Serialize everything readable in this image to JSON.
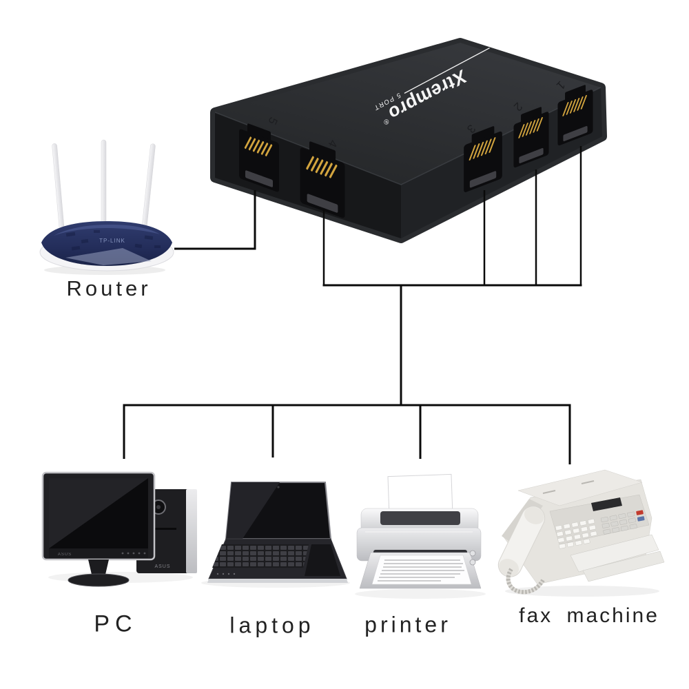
{
  "switch": {
    "brand": "Xtrempro",
    "registered_mark": "®",
    "ports_label": "5 PORT",
    "ports": [
      {
        "number": "1"
      },
      {
        "number": "2"
      },
      {
        "number": "3"
      },
      {
        "number": "4"
      },
      {
        "number": "5"
      }
    ]
  },
  "router": {
    "label": "Router",
    "brand_text": "TP-LINK"
  },
  "devices": [
    {
      "id": "pc",
      "label": "PC",
      "brand_text": "ASUS"
    },
    {
      "id": "laptop",
      "label": "laptop"
    },
    {
      "id": "printer",
      "label": "printer"
    },
    {
      "id": "fax-machine",
      "label": "fax machine"
    }
  ],
  "connections": [
    {
      "from": "Router",
      "to": "Port 5"
    },
    {
      "from": "Port 4",
      "to": "device bus"
    },
    {
      "from": "Port 3",
      "to": "device bus"
    },
    {
      "from": "Port 2",
      "to": "device bus"
    },
    {
      "from": "Port 1",
      "to": "device bus"
    },
    {
      "from": "device bus",
      "to": "PC"
    },
    {
      "from": "device bus",
      "to": "laptop"
    },
    {
      "from": "device bus",
      "to": "printer"
    },
    {
      "from": "device bus",
      "to": "fax machine"
    }
  ],
  "colors": {
    "background": "#ffffff",
    "connector_line": "#0a0a0a",
    "switch_body": "#2e3134",
    "switch_face_dark": "#17181a",
    "pin_gold": "#d2a43e",
    "router_navy": "#242e5c",
    "label_text": "#222222",
    "logo_text": "#f5f5f5"
  }
}
